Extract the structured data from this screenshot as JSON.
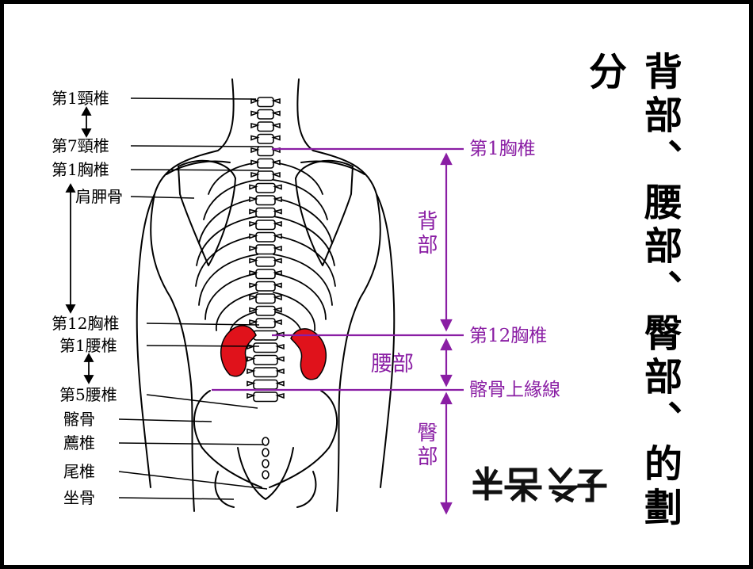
{
  "title": "背部、腰部、臀部、的劃分",
  "left_labels": {
    "c1": "第1頸椎",
    "c7": "第7頸椎",
    "t1": "第1胸椎",
    "scapula": "肩胛骨",
    "t12": "第12胸椎",
    "l1": "第1腰椎",
    "l5": "第5腰椎",
    "ilium": "髂骨",
    "sacrum": "薦椎",
    "coccyx": "尾椎",
    "ischium": "坐骨"
  },
  "right_labels": {
    "t1": "第1胸椎",
    "t12": "第12胸椎",
    "iliac_crest": "髂骨上緣線"
  },
  "regions": {
    "back": "背部",
    "lumbar": "腰部",
    "gluteal": "臀部"
  },
  "colors": {
    "accent": "#8a1ea4",
    "kidney": "#e0121b",
    "line": "#000000"
  }
}
